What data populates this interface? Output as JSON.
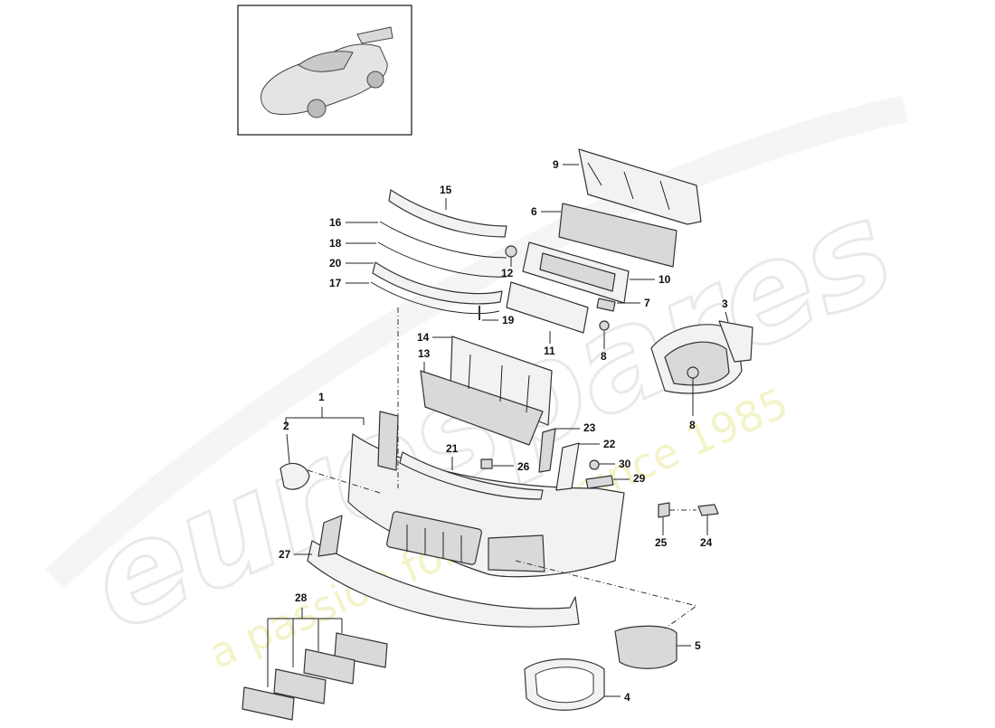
{
  "watermark": {
    "brand": "eurospares",
    "tagline": "a passion for parts since 1985"
  },
  "callouts": [
    "1",
    "2",
    "3",
    "4",
    "5",
    "6",
    "7",
    "8",
    "8",
    "9",
    "10",
    "11",
    "12",
    "13",
    "14",
    "15",
    "16",
    "17",
    "18",
    "19",
    "20",
    "21",
    "22",
    "23",
    "24",
    "25",
    "26",
    "27",
    "28",
    "29",
    "30"
  ],
  "colors": {
    "line": "#333333",
    "part_fill": "#f2f2f2",
    "watermark_tag": "#f1f0b8"
  }
}
